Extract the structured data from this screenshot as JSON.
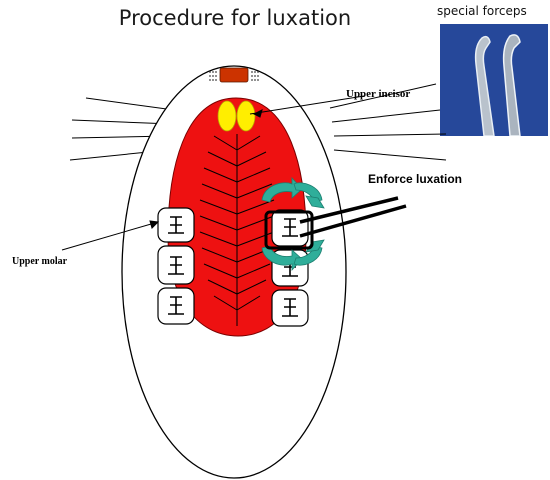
{
  "title": "Procedure for luxation",
  "photo_caption": "special forceps",
  "labels": {
    "upper_incisor": "Upper incisor",
    "enforce_luxation": "Enforce luxation",
    "upper_molar": "Upper molar"
  },
  "colors": {
    "palate": "#ee1111",
    "incisor": "#ffee00",
    "nose_tip": "#cc3300",
    "rotation_arrow": "#2fae9a",
    "photo_background": "#1c3d8f"
  },
  "molar_symbol": "工"
}
